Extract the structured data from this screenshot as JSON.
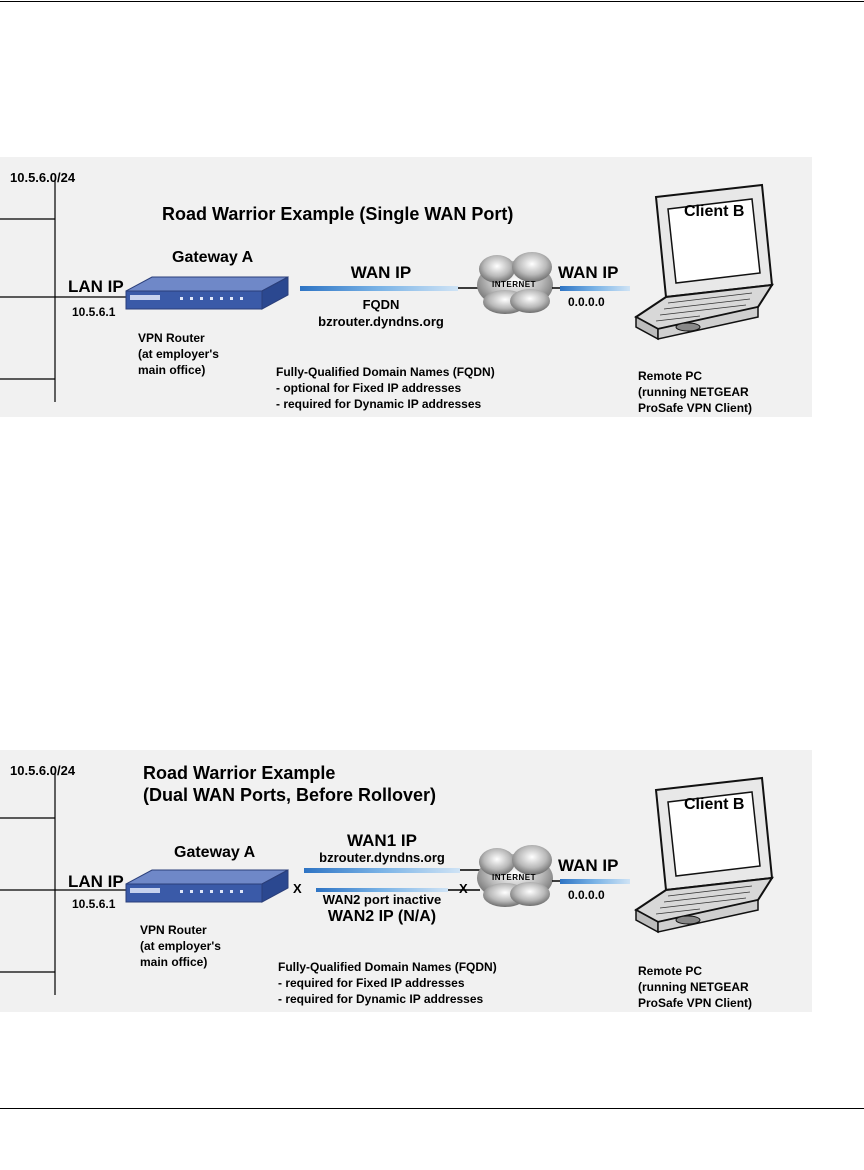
{
  "figures": [
    {
      "subnet": "10.5.6.0/24",
      "title": "Road Warrior Example (Single WAN Port)",
      "gateway": "Gateway A",
      "lan_ip_label": "LAN IP",
      "lan_ip": "10.5.6.1",
      "router_desc": "VPN Router\n(at employer's\nmain office)",
      "wan_ip_label": "WAN IP",
      "fqdn_label": "FQDN",
      "fqdn": "bzrouter.dyndns.org",
      "fqdn_note": "Fully-Qualified Domain Names (FQDN)\n- optional for Fixed IP addresses\n- required for Dynamic IP addresses",
      "internet": "INTERNET",
      "client_wan_label": "WAN IP",
      "client_ip": "0.0.0.0",
      "client": "Client B",
      "client_desc": "Remote PC\n(running NETGEAR\nProSafe VPN Client)"
    },
    {
      "subnet": "10.5.6.0/24",
      "title": "Road Warrior Example\n(Dual WAN Ports, Before Rollover)",
      "gateway": "Gateway A",
      "lan_ip_label": "LAN IP",
      "lan_ip": "10.5.6.1",
      "router_desc": "VPN Router\n(at employer's\nmain office)",
      "wan1_label": "WAN1 IP",
      "fqdn": "bzrouter.dyndns.org",
      "wan2_status": "WAN2 port inactive",
      "wan2_label": "WAN2 IP (N/A)",
      "x_mark": "X",
      "fqdn_note": "Fully-Qualified Domain Names (FQDN)\n- required for Fixed IP addresses\n- required for Dynamic IP addresses",
      "internet": "INTERNET",
      "client_wan_label": "WAN IP",
      "client_ip": "0.0.0.0",
      "client": "Client B",
      "client_desc": "Remote PC\n(running NETGEAR\nProSafe VPN Client)"
    }
  ],
  "colors": {
    "link": "#4a8fd0",
    "router": "#3a5aa8",
    "panel": "#f1f1f1"
  }
}
